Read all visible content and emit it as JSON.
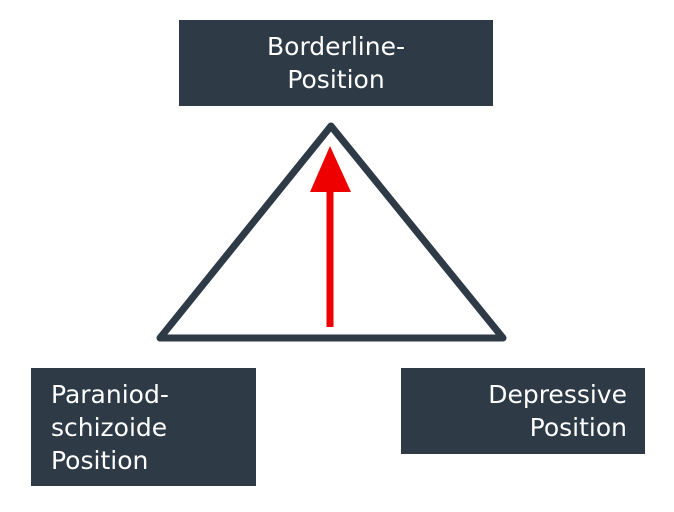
{
  "nodes": {
    "top": {
      "lines": [
        "Borderline-",
        "Position"
      ]
    },
    "bottom_left": {
      "lines": [
        "Paraniod-",
        "schizoide",
        "Position"
      ]
    },
    "bottom_right": {
      "lines": [
        "Depressive",
        "Position"
      ]
    }
  },
  "colors": {
    "box_fill": "#2e3a46",
    "box_text": "#ffffff",
    "triangle_stroke": "#2e3a46",
    "arrow": "#ee0000",
    "background": "#ffffff"
  }
}
